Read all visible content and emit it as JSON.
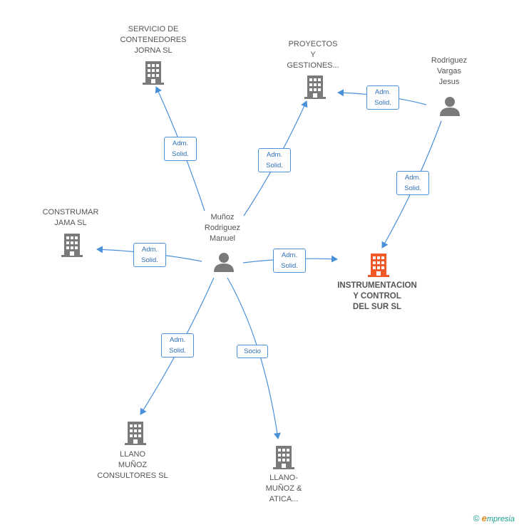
{
  "diagram": {
    "nodes": {
      "servicio": {
        "label": "SERVICIO DE\nCONTENEDORES\nJORNA SL",
        "icon": "building-icon"
      },
      "proyectos": {
        "label": "PROYECTOS\nY\nGESTIONES...",
        "icon": "building-icon"
      },
      "rodriguez": {
        "label": "Rodriguez\nVargas\nJesus",
        "icon": "person-icon"
      },
      "construmar": {
        "label": "CONSTRUMAR\nJAMA SL",
        "icon": "building-icon"
      },
      "munoz": {
        "label": "Muñoz\nRodriguez\nManuel",
        "icon": "person-icon"
      },
      "instrumentacion": {
        "label": "INSTRUMENTACION\nY CONTROL\nDEL SUR SL",
        "icon": "building-icon"
      },
      "llano_consultores": {
        "label": "LLANO\nMUÑOZ\nCONSULTORES SL",
        "icon": "building-icon"
      },
      "llano_atica": {
        "label": "LLANO-\nMUÑOZ &\nATICA...",
        "icon": "building-icon"
      }
    },
    "edges": {
      "munoz_servicio": "Adm.\nSolid.",
      "munoz_proyectos": "Adm.\nSolid.",
      "rodriguez_proyectos": "Adm.\nSolid.",
      "rodriguez_instrumentacion": "Adm.\nSolid.",
      "munoz_construmar": "Adm.\nSolid.",
      "munoz_instrumentacion": "Adm.\nSolid.",
      "munoz_llano_consultores": "Adm.\nSolid.",
      "munoz_llano_atica": "Socio"
    }
  },
  "colors": {
    "building": "#7a7a7a",
    "building_main": "#f05a28",
    "person": "#7a7a7a",
    "edge": "#4a90d9"
  },
  "brand": {
    "copyright": "©",
    "initial": "e",
    "name": "mpresia"
  }
}
